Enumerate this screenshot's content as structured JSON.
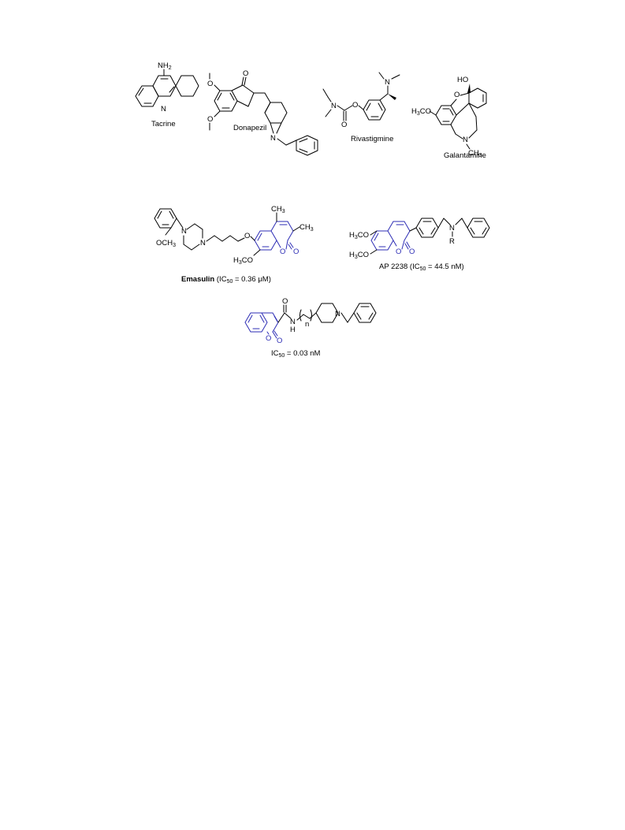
{
  "labels": {
    "tacrine": "Tacrine",
    "donepezil": "Donapezil",
    "rivastigmine": "Rivastigmine",
    "galantamine": "Galantamine",
    "emasulin_name": "Emasulin",
    "emasulin_ic": " (IC",
    "emasulin_sub": "50",
    "emasulin_val": " = 0.36 μM)",
    "ap_name": "AP 2238 (IC",
    "ap_sub": "50",
    "ap_val": " = 44.5 nM)",
    "hybrid_ic": "IC",
    "hybrid_sub": "50",
    "hybrid_val": " = 0.03 nM"
  },
  "atoms": {
    "nh2": "NH",
    "nh2_sub": "2",
    "n": "N",
    "o": "O",
    "ho": "HO",
    "h3co": "H",
    "h3co_3": "3",
    "h3co_co": "CO",
    "ch3": "CH",
    "ch3_3": "3",
    "och3": "OCH",
    "och3_3": "3",
    "r": "R",
    "nh": "N",
    "nh_h": "H",
    "n_index": "n"
  },
  "colors": {
    "coumarin": "#2d2db5",
    "ink": "#000000"
  }
}
